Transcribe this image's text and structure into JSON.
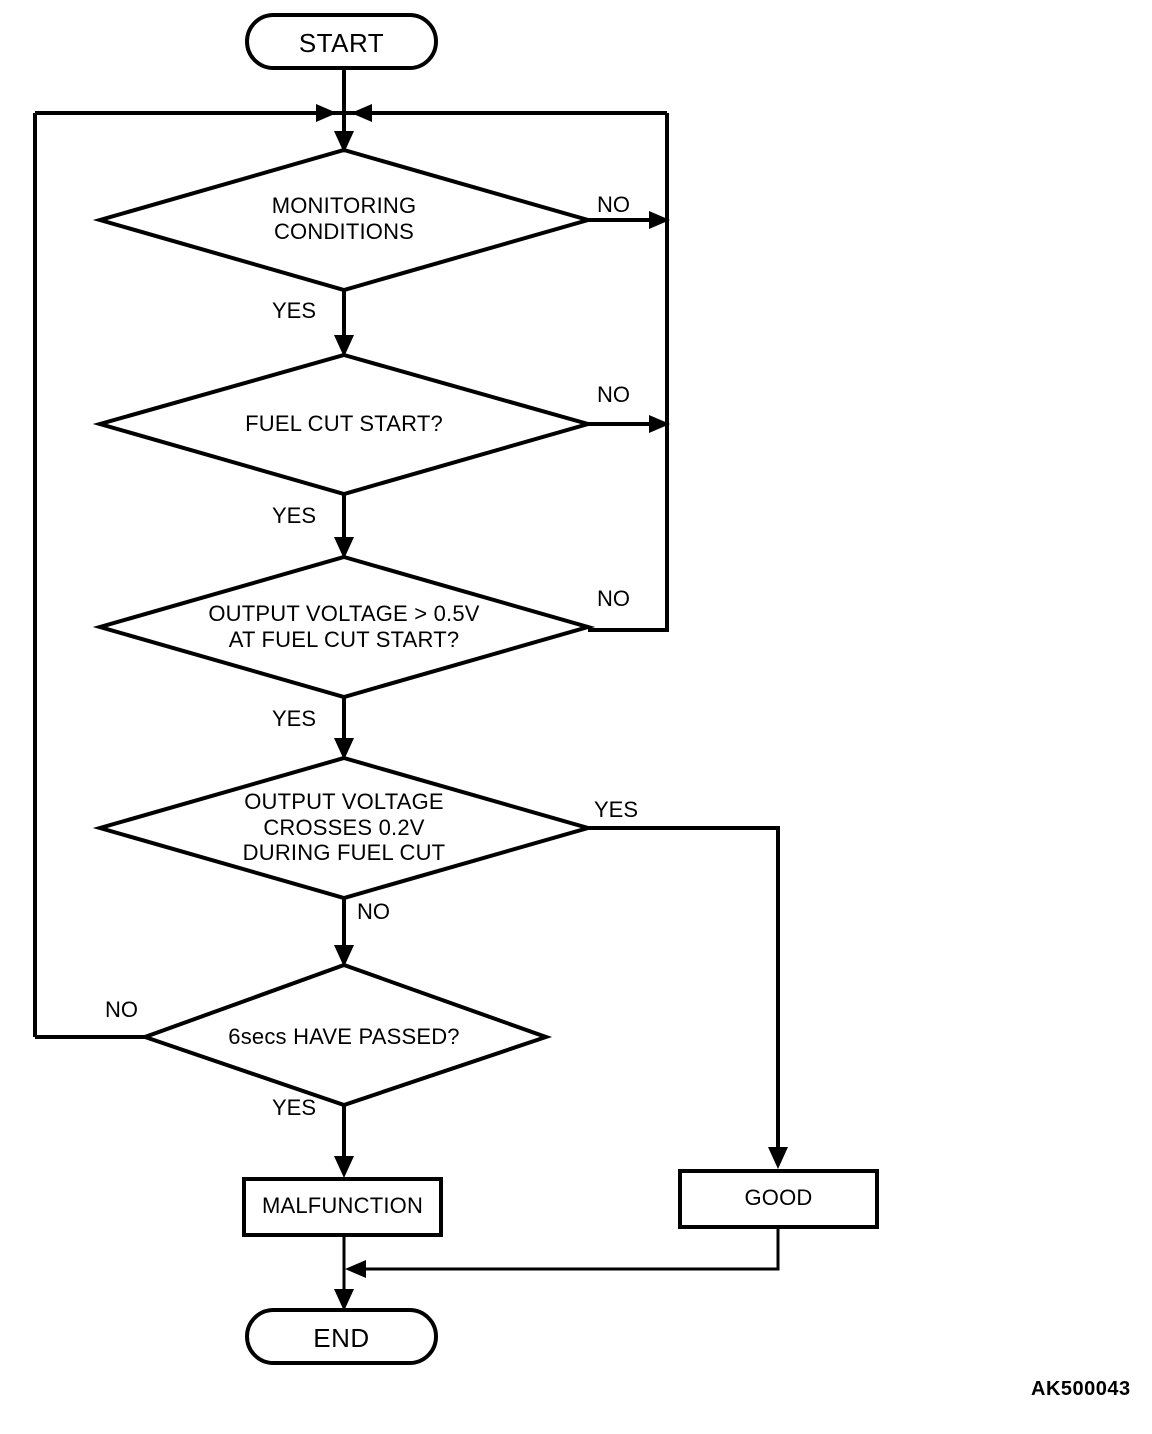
{
  "diagram": {
    "type": "flowchart",
    "caption": "AK500043",
    "nodes": {
      "start": {
        "label": "START",
        "shape": "terminal"
      },
      "decision_monitoring": {
        "label": "MONITORING\nCONDITIONS",
        "shape": "decision"
      },
      "decision_fuel_cut": {
        "label": "FUEL CUT START?",
        "shape": "decision"
      },
      "decision_output_05": {
        "label": "OUTPUT VOLTAGE > 0.5V\nAT FUEL CUT START?",
        "shape": "decision"
      },
      "decision_crosses_02": {
        "label": "OUTPUT VOLTAGE\nCROSSES 0.2V\nDURING FUEL CUT",
        "shape": "decision"
      },
      "decision_6secs": {
        "label": "6secs HAVE PASSED?",
        "shape": "decision"
      },
      "result_malfunction": {
        "label": "MALFUNCTION",
        "shape": "process"
      },
      "result_good": {
        "label": "GOOD",
        "shape": "process"
      },
      "end": {
        "label": "END",
        "shape": "terminal"
      }
    },
    "edge_labels": {
      "monitoring_no": "NO",
      "monitoring_yes": "YES",
      "fuel_cut_no": "NO",
      "fuel_cut_yes": "YES",
      "output05_no": "NO",
      "output05_yes": "YES",
      "crosses02_yes": "YES",
      "crosses02_no": "NO",
      "secs_no": "NO",
      "secs_yes": "YES"
    },
    "colors": {
      "stroke": "#000000",
      "background": "#ffffff",
      "text": "#000000"
    }
  }
}
